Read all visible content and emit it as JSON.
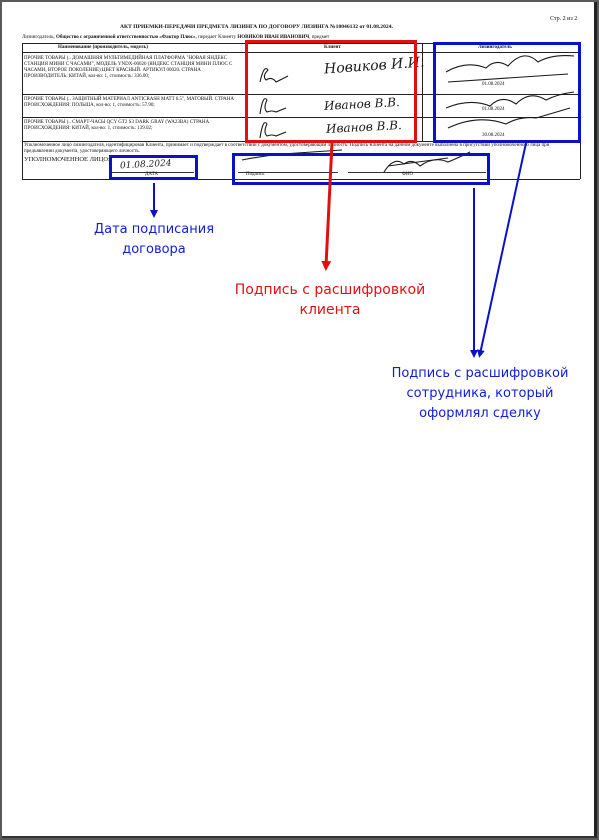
{
  "document": {
    "page_number": "Стр. 2 из 2",
    "title": "АКТ ПРИЕМКИ-ПЕРЕДАЧИ ПРЕДМЕТА ЛИЗИНГА ПО ДОГОВОРУ ЛИЗИНГА №10046132 от 01.08.2024.",
    "lessor_line_prefix": "Лизингодатель,",
    "lessor_name": "Общество с ограниченной ответственностью «Фактор Плюс»",
    "lessor_line_middle": ", передает Клиенту",
    "client_name": "НОВИКОВ ИВАН ИВАНОВИЧ",
    "lessor_line_suffix": ", предмет",
    "table_headers": {
      "item": "Наименование (производитель, модель)",
      "client": "Клиент",
      "lessor": "Лизингодатель"
    },
    "rows": [
      {
        "description": "ПРОЧИЕ ТОВАРЫ (.. ДОМАШНЯЯ МУЛЬТИМЕДИЙНАЯ ПЛАТФОРМА \"НОВАЯ ЯНДЕКС СТАНЦИЯ МИНИ С ЧАСАМИ\", МОДЕЛЬ YNDX-00020 (ЯНДЕКС СТАНЦИЯ МИНИ ПЛЮС С ЧАСАМИ, ВТОРОЕ ПОКОЛЕНИЕ) ЦВЕТ КРАСНЫЙ. АРТИКУЛ 00020. СТРАНА ПРОИЗВОДИТЕЛЬ: КИТАЙ, кол-во: 1, стоимость: 336.00;",
        "client_signature": "Новиков И.И.",
        "date": "01.08.2024"
      },
      {
        "description": "ПРОЧИЕ ТОВАРЫ (.. ЗАЩИТНЫЙ МАТЕРИАЛ ANTICRASH MATT 6.5\", МАТОВЫЙ. СТРАНА ПРОИСХОЖДЕНИЯ: ПОЛЬША, кол-во: 1, стоимость: 57.90;",
        "client_signature": "Иванов В.В.",
        "date": "01.08.2024"
      },
      {
        "description": "ПРОЧИЕ ТОВАРЫ (.. СМАРТ-ЧАСЫ QCY GT2 S3 DARK GRAY (WA23BA) СТРАНА ПРОИСХОЖДЕНИЯ: КИТАЙ, кол-во: 1, стоимость: 139.02;",
        "client_signature": "Иванов В.В.",
        "date": "30.08.2024"
      }
    ],
    "footer_text": "Уполномоченное лицо лизингодателя, идентифицировав Клиента, принимает и подтверждает в соответствии с документом, удостоверяющим личность. Подпись Клиента на данном документе выполнена в присутствии уполномоченного лица при предъявлении документа, удостоверяющего личность.",
    "authorized_person": "УПОЛНОМОЧЕННОЕ ЛИЦО:",
    "handwritten_date": "01.08.2024",
    "date_label": "ДАТА",
    "signature_label": "Подпись",
    "fio_label": "ФИО"
  },
  "annotations": {
    "date_note": "Дата подписания договора",
    "client_note": "Подпись с расшифровкой клиента",
    "employee_note": "Подпись с расшифровкой сотрудника, который оформлял сделку"
  },
  "colors": {
    "blue_marker": "#0a12c8",
    "red_marker": "#e01010",
    "blue_text": "#1020d8",
    "red_text": "#e01212"
  }
}
